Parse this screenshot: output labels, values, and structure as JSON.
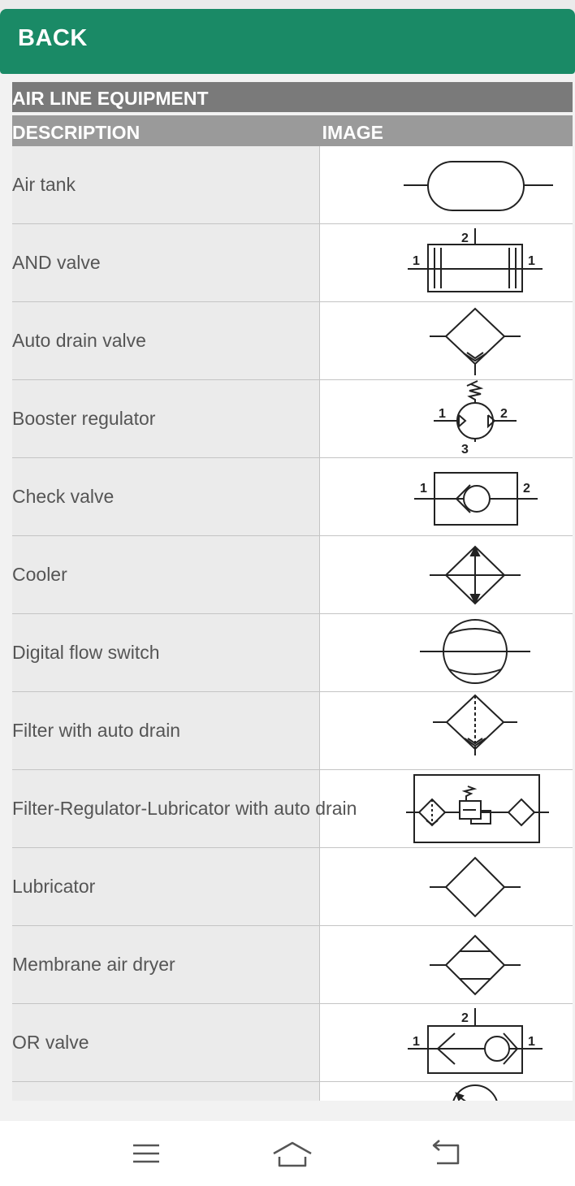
{
  "appbar": {
    "back_label": "BACK",
    "color": "#1a8a66"
  },
  "table": {
    "section_title": "AIR LINE EQUIPMENT",
    "col_description": "DESCRIPTION",
    "col_image": "IMAGE",
    "rows": [
      {
        "label": "Air tank",
        "icon": "air-tank-symbol"
      },
      {
        "label": "AND valve",
        "icon": "and-valve-symbol"
      },
      {
        "label": "Auto drain valve",
        "icon": "auto-drain-valve-symbol"
      },
      {
        "label": "Booster regulator",
        "icon": "booster-regulator-symbol"
      },
      {
        "label": "Check valve",
        "icon": "check-valve-symbol"
      },
      {
        "label": "Cooler",
        "icon": "cooler-symbol"
      },
      {
        "label": "Digital flow switch",
        "icon": "digital-flow-switch-symbol"
      },
      {
        "label": "Filter with auto drain",
        "icon": "filter-auto-drain-symbol"
      },
      {
        "label": "Filter-Regulator-Lubricator with auto drain",
        "icon": "frl-symbol"
      },
      {
        "label": "Lubricator",
        "icon": "lubricator-symbol"
      },
      {
        "label": "Membrane air dryer",
        "icon": "membrane-air-dryer-symbol"
      },
      {
        "label": "OR valve",
        "icon": "or-valve-symbol"
      }
    ]
  },
  "symbol_port_labels": {
    "one": "1",
    "two": "2",
    "three": "3"
  },
  "navbar": {
    "icons": [
      "menu-icon",
      "home-icon",
      "back-icon"
    ]
  }
}
